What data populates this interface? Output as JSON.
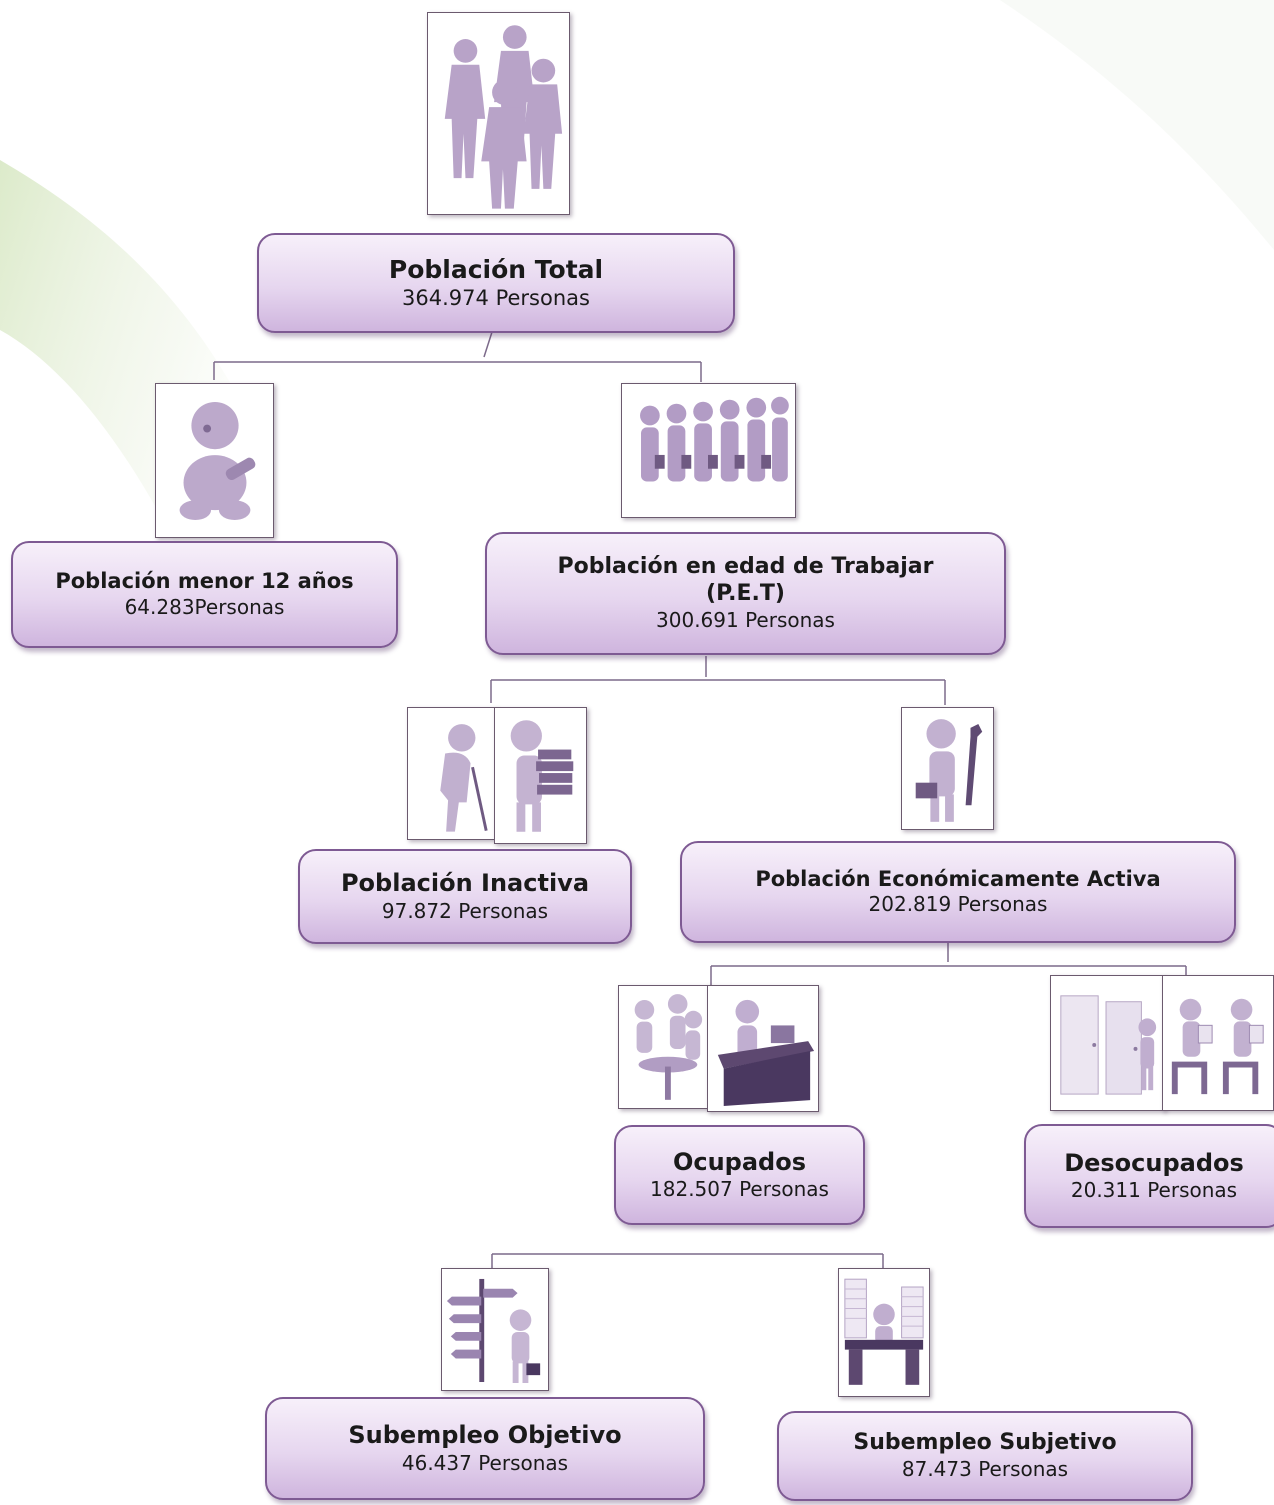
{
  "nodes": {
    "total": {
      "title": "Población Total",
      "value": "364.974 Personas"
    },
    "menor": {
      "title": "Población menor 12 años",
      "value": "64.283Personas"
    },
    "pet": {
      "title": "Población en edad de Trabajar (P.E.T)",
      "value": "300.691  Personas"
    },
    "inactiva": {
      "title": "Población Inactiva",
      "value": "97.872 Personas"
    },
    "pea": {
      "title": "Población Económicamente Activa",
      "value": "202.819  Personas"
    },
    "ocupados": {
      "title": "Ocupados",
      "value": "182.507 Personas"
    },
    "desocupados": {
      "title": "Desocupados",
      "value": "20.311  Personas"
    },
    "sub_objetivo": {
      "title": "Subempleo Objetivo",
      "value": "46.437 Personas"
    },
    "sub_subjetivo": {
      "title": "Subempleo Subjetivo",
      "value": "87.473 Personas"
    }
  },
  "colors": {
    "box_border": "#7e5a93",
    "box_fill_top": "#f7f0fa",
    "box_fill_bottom": "#cfb5de",
    "connector": "#7c6a8a",
    "figure": "#b8a3c8"
  },
  "icons": [
    "group-of-people-icon",
    "baby-icon",
    "row-of-workers-icon",
    "elderly-person-icon",
    "student-with-books-icon",
    "worker-with-tools-icon",
    "meeting-table-icon",
    "office-desk-icon",
    "doors-icon",
    "job-interview-icon",
    "signpost-icon",
    "paperwork-desk-icon"
  ]
}
